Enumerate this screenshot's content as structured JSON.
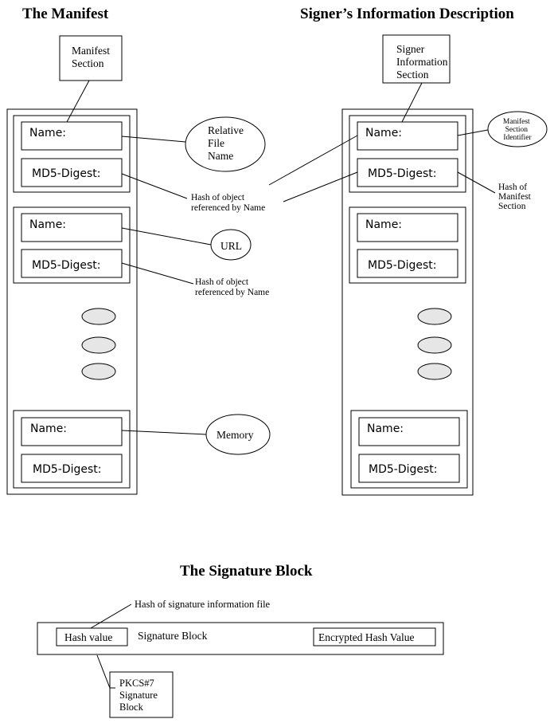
{
  "titles": {
    "manifest": "The Manifest",
    "signer": "Signer’s Information Description",
    "signature_block": "The Signature Block"
  },
  "manifest": {
    "section_label": [
      "Manifest",
      "Section"
    ],
    "name_label": "Name:",
    "digest_label": "MD5-Digest:",
    "relative_file_name": [
      "Relative",
      "File",
      "Name"
    ],
    "url": "URL",
    "memory": "Memory",
    "hash_note_1": [
      "Hash of object",
      "referenced by Name"
    ],
    "hash_note_2": [
      "Hash of object",
      "referenced by Name"
    ]
  },
  "signer": {
    "section_label": [
      "Signer",
      "Information",
      "Section"
    ],
    "name_label": "Name:",
    "digest_label": "MD5-Digest:",
    "manifest_section_identifier": [
      "Manifest",
      "Section",
      "Identifier"
    ],
    "hash_of_manifest_section": [
      "Hash of",
      "Manifest",
      "Section"
    ]
  },
  "signature": {
    "hash_of_sig_file": "Hash of signature information file",
    "hash_value": "Hash value",
    "block_label": "Signature Block",
    "encrypted_hash_value": "Encrypted Hash Value",
    "pkcs7": [
      "PKCS#7",
      "Signature",
      "Block"
    ]
  },
  "colors": {
    "ink": "#000000",
    "ellipsis_fill": "#e6e6e6",
    "background": "#ffffff"
  }
}
